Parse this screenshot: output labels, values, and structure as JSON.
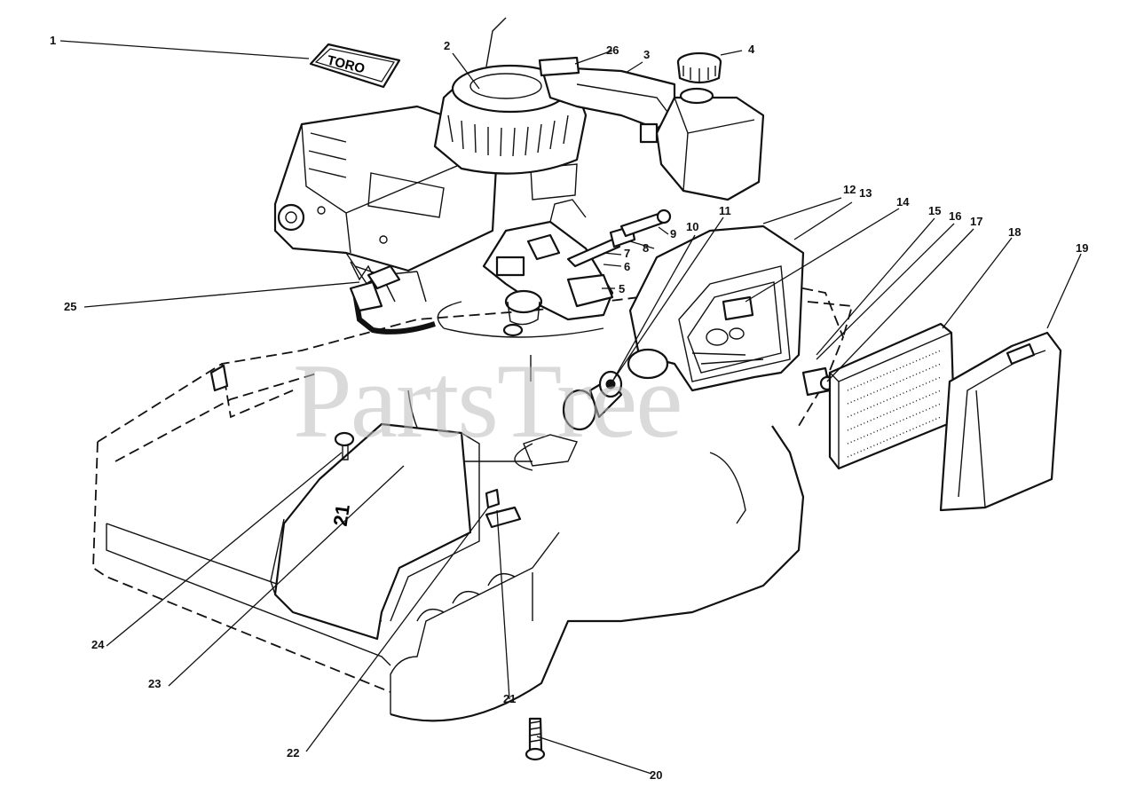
{
  "diagram": {
    "watermark": "PartsTree",
    "logo_text": "TORO",
    "housing_marking": "21",
    "callouts": [
      "1",
      "2",
      "3",
      "4",
      "5",
      "6",
      "7",
      "8",
      "9",
      "10",
      "11",
      "12",
      "13",
      "14",
      "15",
      "16",
      "17",
      "18",
      "19",
      "20",
      "21",
      "22",
      "23",
      "24",
      "25",
      "26"
    ]
  }
}
